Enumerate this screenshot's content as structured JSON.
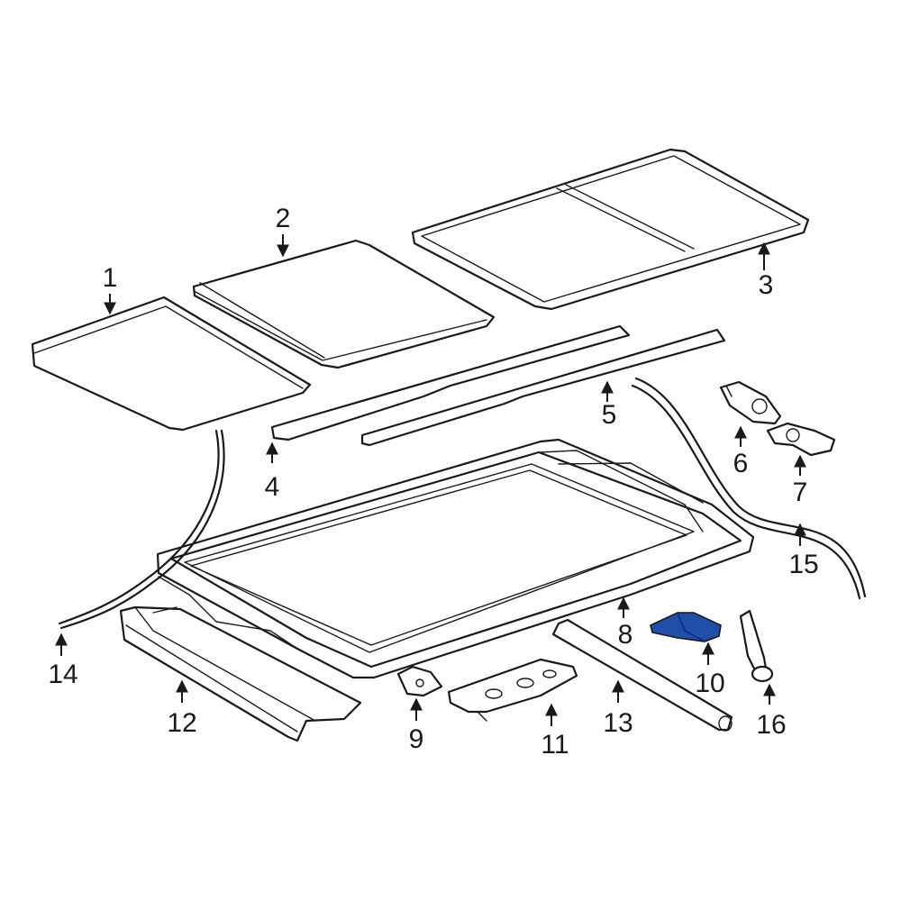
{
  "callouts": {
    "c1": "1",
    "c2": "2",
    "c3": "3",
    "c4": "4",
    "c5": "5",
    "c6": "6",
    "c7": "7",
    "c8": "8",
    "c9": "9",
    "c10": "10",
    "c11": "11",
    "c12": "12",
    "c13": "13",
    "c14": "14",
    "c15": "15",
    "c16": "16"
  },
  "highlight_color": "#1f4fa8",
  "line_color": "#1a1a1a"
}
